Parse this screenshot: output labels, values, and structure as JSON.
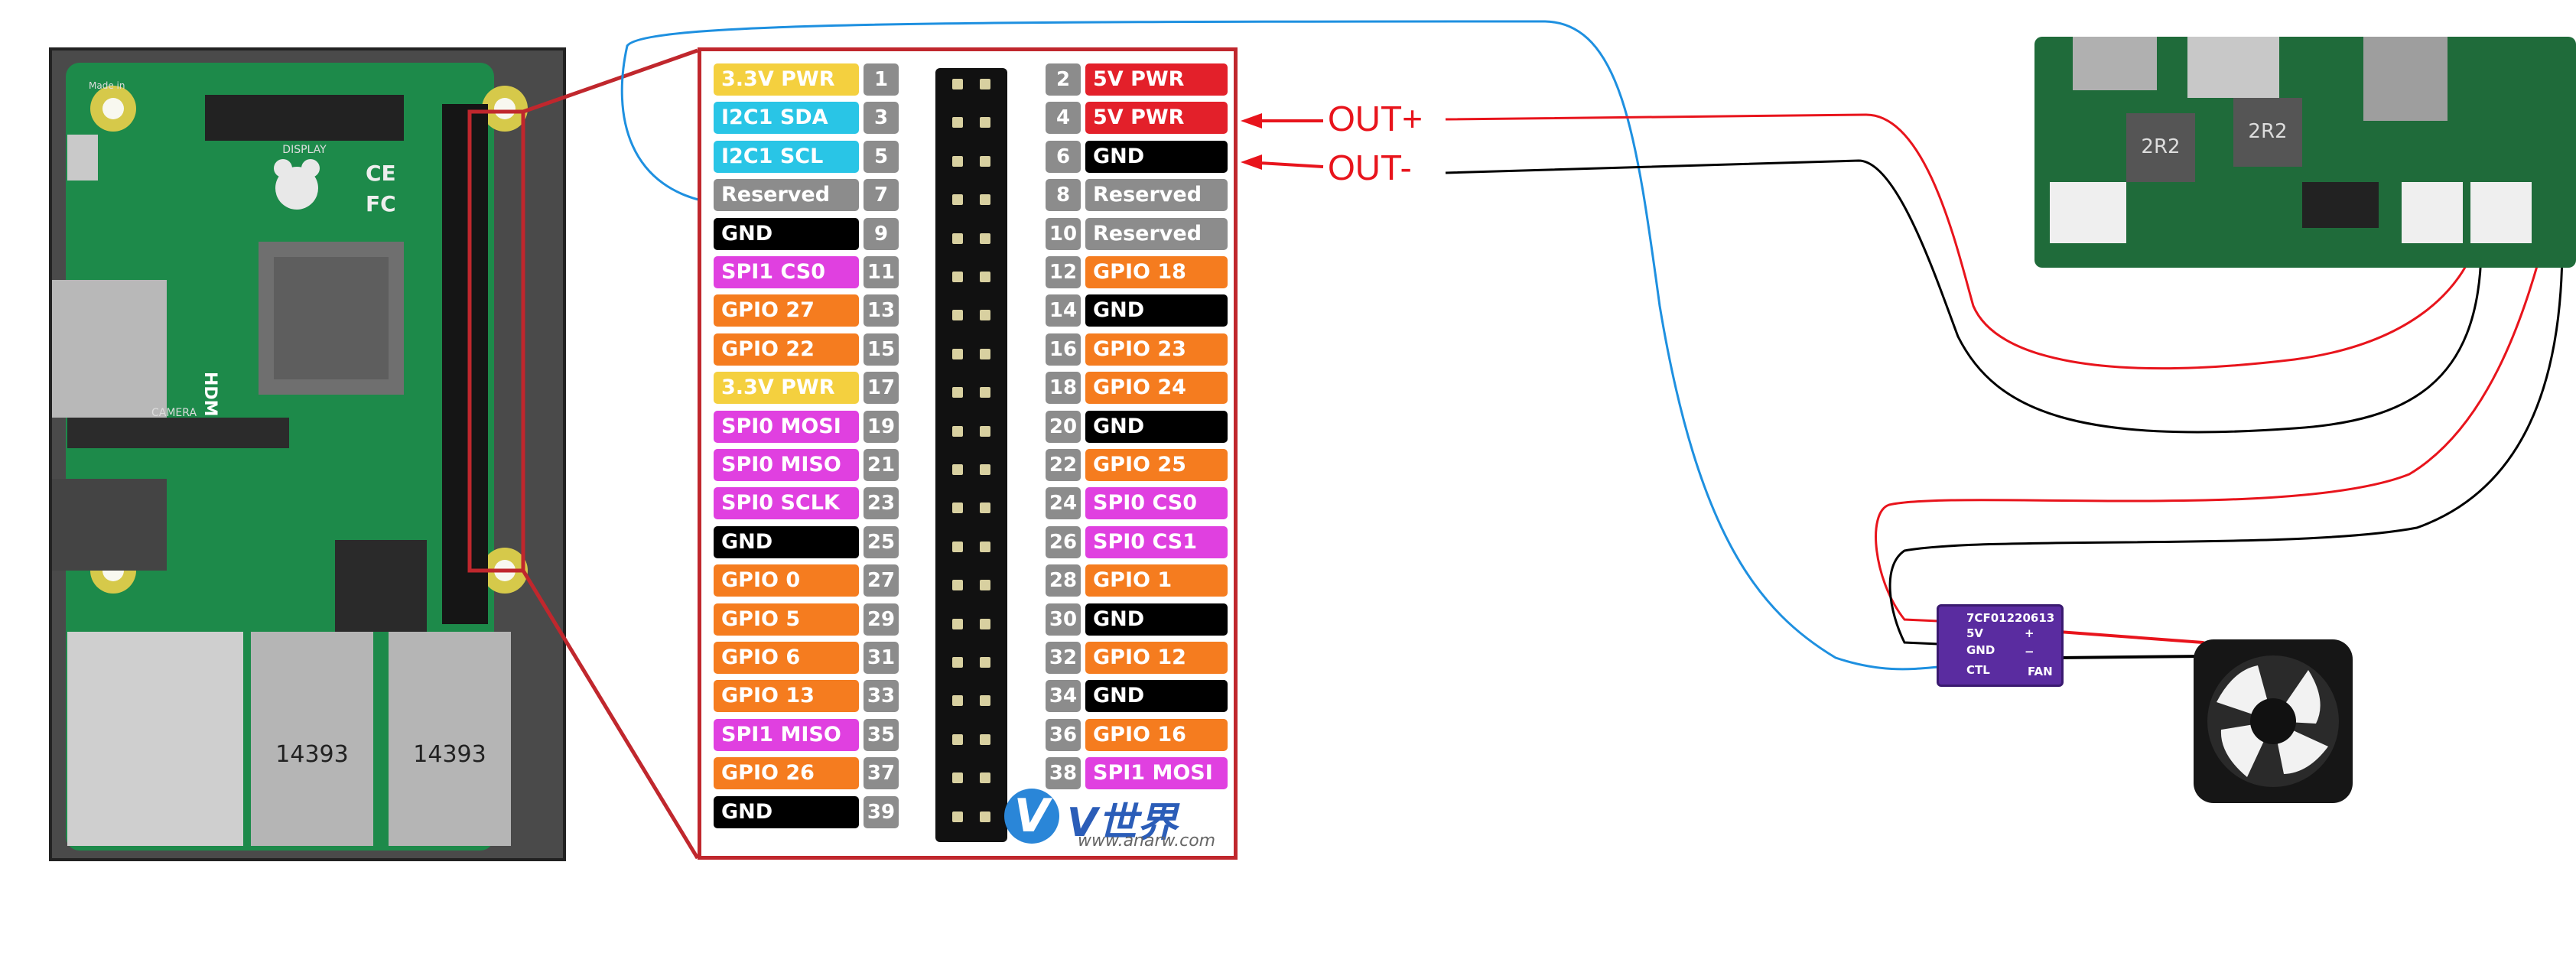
{
  "pinout": {
    "left": [
      {
        "num": "1",
        "label": "3.3V PWR",
        "color": "#f4d03f"
      },
      {
        "num": "3",
        "label": "I2C1 SDA",
        "color": "#29c5e6"
      },
      {
        "num": "5",
        "label": "I2C1 SCL",
        "color": "#29c5e6"
      },
      {
        "num": "7",
        "label": "Reserved",
        "color": "#8c8c8c"
      },
      {
        "num": "9",
        "label": "GND",
        "color": "#000000"
      },
      {
        "num": "11",
        "label": "SPI1 CS0",
        "color": "#e040e0"
      },
      {
        "num": "13",
        "label": "GPIO 27",
        "color": "#f57c1f"
      },
      {
        "num": "15",
        "label": "GPIO 22",
        "color": "#f57c1f"
      },
      {
        "num": "17",
        "label": "3.3V PWR",
        "color": "#f4d03f"
      },
      {
        "num": "19",
        "label": "SPI0 MOSI",
        "color": "#e040e0"
      },
      {
        "num": "21",
        "label": "SPI0 MISO",
        "color": "#e040e0"
      },
      {
        "num": "23",
        "label": "SPI0 SCLK",
        "color": "#e040e0"
      },
      {
        "num": "25",
        "label": "GND",
        "color": "#000000"
      },
      {
        "num": "27",
        "label": "GPIO 0",
        "color": "#f57c1f"
      },
      {
        "num": "29",
        "label": "GPIO 5",
        "color": "#f57c1f"
      },
      {
        "num": "31",
        "label": "GPIO 6",
        "color": "#f57c1f"
      },
      {
        "num": "33",
        "label": "GPIO 13",
        "color": "#f57c1f"
      },
      {
        "num": "35",
        "label": "SPI1 MISO",
        "color": "#e040e0"
      },
      {
        "num": "37",
        "label": "GPIO 26",
        "color": "#f57c1f"
      },
      {
        "num": "39",
        "label": "GND",
        "color": "#000000"
      }
    ],
    "right": [
      {
        "num": "2",
        "label": "5V PWR",
        "color": "#e3202a"
      },
      {
        "num": "4",
        "label": "5V PWR",
        "color": "#e3202a"
      },
      {
        "num": "6",
        "label": "GND",
        "color": "#000000"
      },
      {
        "num": "8",
        "label": "Reserved",
        "color": "#8c8c8c"
      },
      {
        "num": "10",
        "label": "Reserved",
        "color": "#8c8c8c"
      },
      {
        "num": "12",
        "label": "GPIO 18",
        "color": "#f57c1f"
      },
      {
        "num": "14",
        "label": "GND",
        "color": "#000000"
      },
      {
        "num": "16",
        "label": "GPIO 23",
        "color": "#f57c1f"
      },
      {
        "num": "18",
        "label": "GPIO 24",
        "color": "#f57c1f"
      },
      {
        "num": "20",
        "label": "GND",
        "color": "#000000"
      },
      {
        "num": "22",
        "label": "GPIO 25",
        "color": "#f57c1f"
      },
      {
        "num": "24",
        "label": "SPI0 CS0",
        "color": "#e040e0"
      },
      {
        "num": "26",
        "label": "SPI0 CS1",
        "color": "#e040e0"
      },
      {
        "num": "28",
        "label": "GPIO 1",
        "color": "#f57c1f"
      },
      {
        "num": "30",
        "label": "GND",
        "color": "#000000"
      },
      {
        "num": "32",
        "label": "GPIO 12",
        "color": "#f57c1f"
      },
      {
        "num": "34",
        "label": "GND",
        "color": "#000000"
      },
      {
        "num": "36",
        "label": "GPIO 16",
        "color": "#f57c1f"
      },
      {
        "num": "38",
        "label": "SPI1 MOSI",
        "color": "#e040e0"
      }
    ]
  },
  "wiring": {
    "out_plus": "OUT+",
    "out_minus": "OUT-",
    "positive_color": "#e8141c",
    "ground_color": "#000000",
    "control_color": "#1e90e0"
  },
  "module": {
    "code": "7CF01220613",
    "pin_5v": "5V",
    "pin_gnd": "GND",
    "pin_ctl": "CTL",
    "plus": "+",
    "minus": "−",
    "fan": "FAN"
  },
  "watermark": {
    "logo": "V",
    "brand": "V世界",
    "url": "www.anarw.com"
  },
  "raspberry_pi": {
    "silk_display": "DISPLAY",
    "silk_hdmi": "HDMI",
    "silk_camera": "CAMERA",
    "usb_label_1": "14393",
    "usb_label_2": "14393",
    "ce": "CE",
    "fc": "FC",
    "made_in": "Made in"
  },
  "ups_board": {
    "chip_1": "2R2",
    "chip_2": "2R2"
  }
}
